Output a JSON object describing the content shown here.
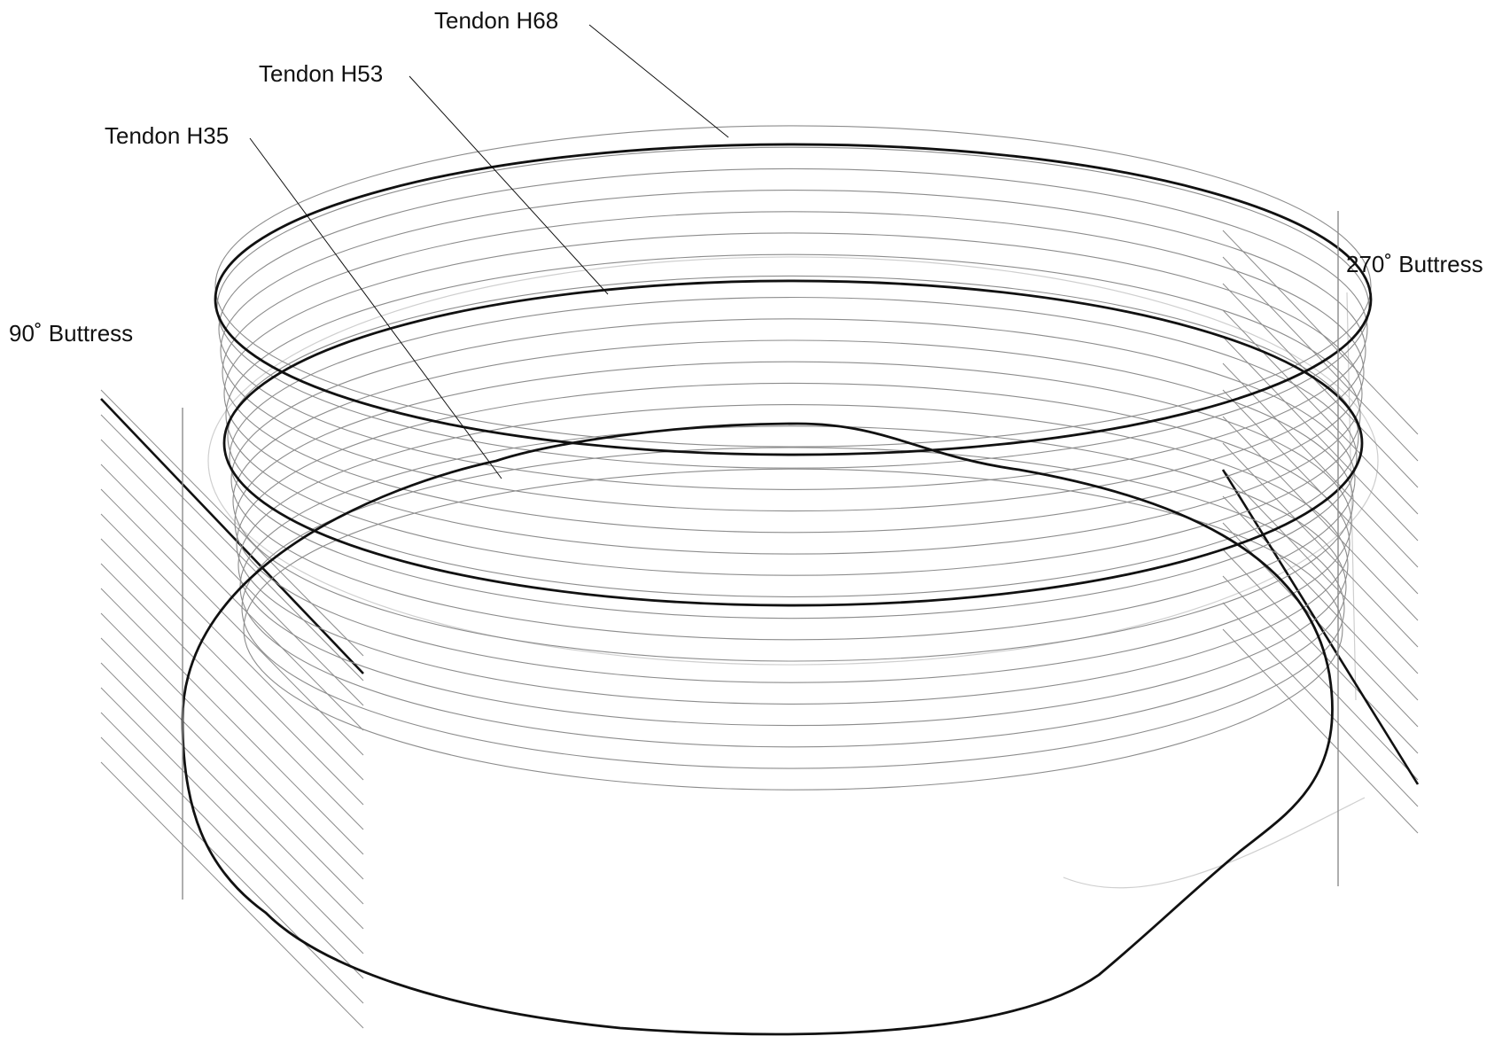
{
  "labels": {
    "tendon_h68": "Tendon H68",
    "tendon_h53": "Tendon H53",
    "tendon_h35": "Tendon H35",
    "buttress_90": "90˚ Buttress",
    "buttress_270": "270˚ Buttress"
  },
  "tendons": {
    "highlighted": [
      "H35",
      "H53",
      "H68"
    ],
    "count_drawn": 17
  },
  "colors": {
    "highlight_line": "#111111",
    "thin_line": "#8c8c8c",
    "faint_line": "#cfcfcf",
    "text": "#111111"
  }
}
